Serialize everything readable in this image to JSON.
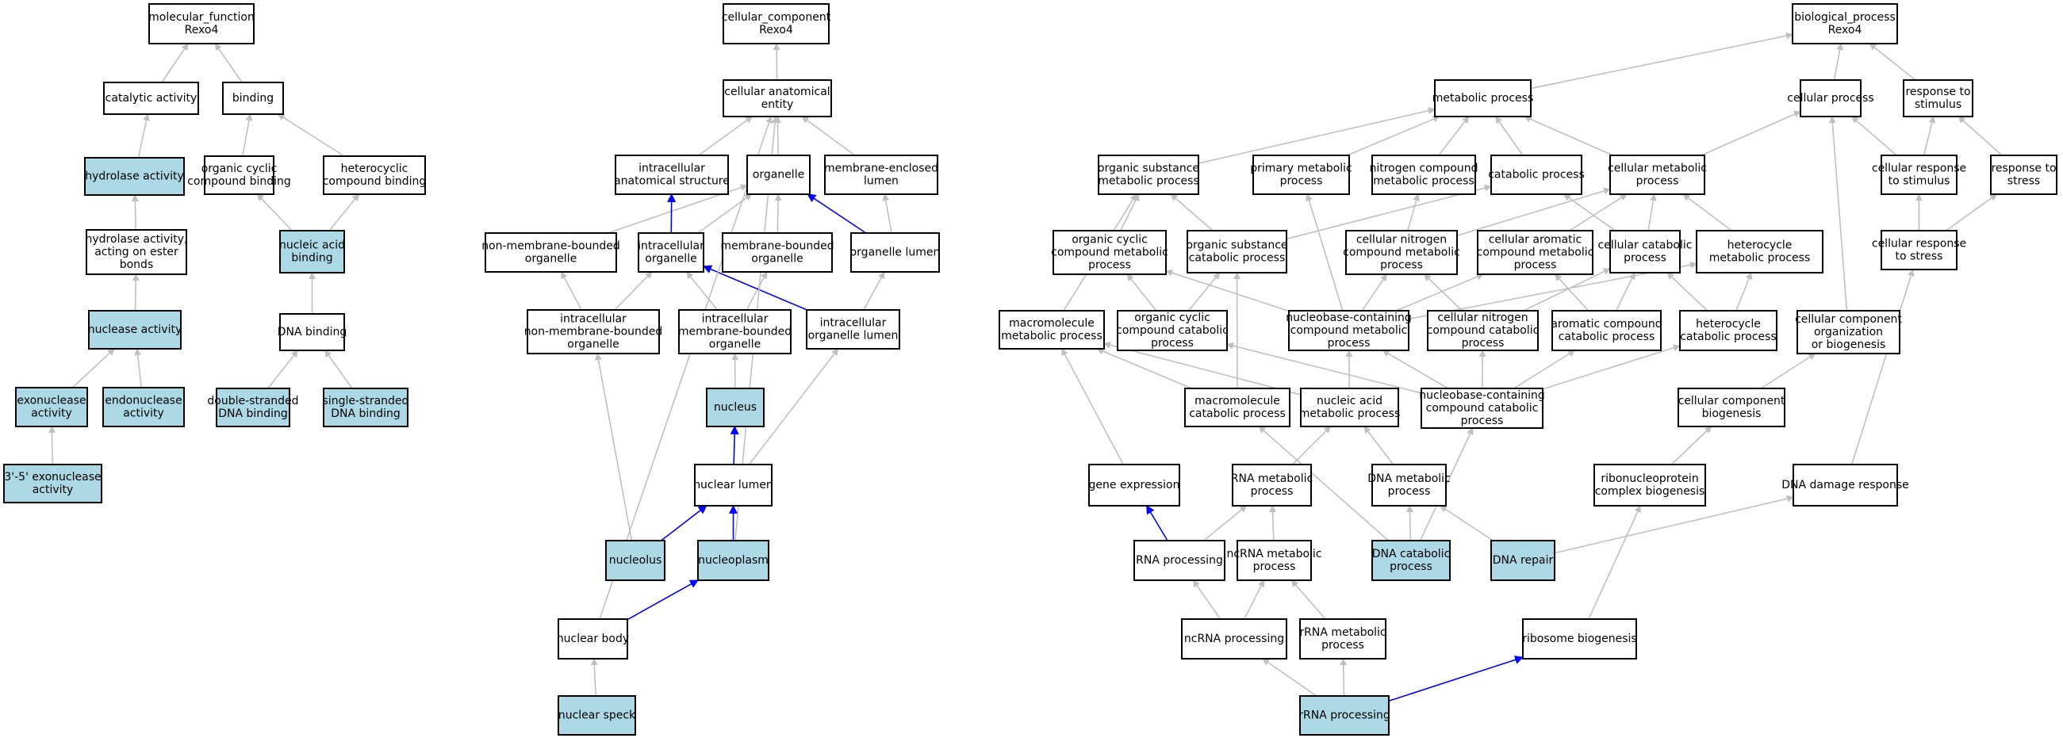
{
  "colors": {
    "highlight_fill": "#add8e6",
    "plain_fill": "#ffffff",
    "edge_gray": "#c0c0c0",
    "edge_blue": "#0000ff"
  },
  "nodes": [
    {
      "id": "mf",
      "lines": [
        "molecular_function",
        "Rexo4"
      ],
      "hl": false
    },
    {
      "id": "catact",
      "lines": [
        "catalytic activity"
      ],
      "hl": false
    },
    {
      "id": "binding",
      "lines": [
        "binding"
      ],
      "hl": false
    },
    {
      "id": "hydro",
      "lines": [
        "hydrolase activity"
      ],
      "hl": true
    },
    {
      "id": "ocb",
      "lines": [
        "organic cyclic",
        "compound binding"
      ],
      "hl": false
    },
    {
      "id": "hcb",
      "lines": [
        "heterocyclic",
        "compound binding"
      ],
      "hl": false
    },
    {
      "id": "hydroester",
      "lines": [
        "hydrolase activity,",
        "acting on ester",
        "bonds"
      ],
      "hl": false
    },
    {
      "id": "nab",
      "lines": [
        "nucleic acid",
        "binding"
      ],
      "hl": true
    },
    {
      "id": "nuclease",
      "lines": [
        "nuclease activity"
      ],
      "hl": true
    },
    {
      "id": "dnab",
      "lines": [
        "DNA binding"
      ],
      "hl": false
    },
    {
      "id": "exo",
      "lines": [
        "exonuclease",
        "activity"
      ],
      "hl": true
    },
    {
      "id": "endo",
      "lines": [
        "endonuclease",
        "activity"
      ],
      "hl": true
    },
    {
      "id": "dsdna",
      "lines": [
        "double-stranded",
        "DNA binding"
      ],
      "hl": true
    },
    {
      "id": "ssdna",
      "lines": [
        "single-stranded",
        "DNA binding"
      ],
      "hl": true
    },
    {
      "id": "exo35",
      "lines": [
        "3'-5' exonuclease",
        "activity"
      ],
      "hl": true
    },
    {
      "id": "cc",
      "lines": [
        "cellular_component",
        "Rexo4"
      ],
      "hl": false
    },
    {
      "id": "cae",
      "lines": [
        "cellular anatomical",
        "entity"
      ],
      "hl": false
    },
    {
      "id": "ias",
      "lines": [
        "intracellular",
        "anatomical structure"
      ],
      "hl": false
    },
    {
      "id": "organelle",
      "lines": [
        "organelle"
      ],
      "hl": false
    },
    {
      "id": "mel",
      "lines": [
        "membrane-enclosed",
        "lumen"
      ],
      "hl": false
    },
    {
      "id": "nmbo",
      "lines": [
        "non-membrane-bounded",
        "organelle"
      ],
      "hl": false
    },
    {
      "id": "io",
      "lines": [
        "intracellular",
        "organelle"
      ],
      "hl": false
    },
    {
      "id": "mbo",
      "lines": [
        "membrane-bounded",
        "organelle"
      ],
      "hl": false
    },
    {
      "id": "ol",
      "lines": [
        "organelle lumen"
      ],
      "hl": false
    },
    {
      "id": "inmbo",
      "lines": [
        "intracellular",
        "non-membrane-bounded",
        "organelle"
      ],
      "hl": false
    },
    {
      "id": "imbo",
      "lines": [
        "intracellular",
        "membrane-bounded",
        "organelle"
      ],
      "hl": false
    },
    {
      "id": "iol",
      "lines": [
        "intracellular",
        "organelle lumen"
      ],
      "hl": false
    },
    {
      "id": "nucleus",
      "lines": [
        "nucleus"
      ],
      "hl": true
    },
    {
      "id": "nlumen",
      "lines": [
        "nuclear lumen"
      ],
      "hl": false
    },
    {
      "id": "nucleolus",
      "lines": [
        "nucleolus"
      ],
      "hl": true
    },
    {
      "id": "nucleoplasm",
      "lines": [
        "nucleoplasm"
      ],
      "hl": true
    },
    {
      "id": "nbody",
      "lines": [
        "nuclear body"
      ],
      "hl": false
    },
    {
      "id": "nspeck",
      "lines": [
        "nuclear speck"
      ],
      "hl": true
    },
    {
      "id": "bp",
      "lines": [
        "biological_process",
        "Rexo4"
      ],
      "hl": false
    },
    {
      "id": "metab",
      "lines": [
        "metabolic process"
      ],
      "hl": false
    },
    {
      "id": "cellproc",
      "lines": [
        "cellular process"
      ],
      "hl": false
    },
    {
      "id": "rts",
      "lines": [
        "response to",
        "stimulus"
      ],
      "hl": false
    },
    {
      "id": "osmp",
      "lines": [
        "organic substance",
        "metabolic process"
      ],
      "hl": false
    },
    {
      "id": "pmp",
      "lines": [
        "primary metabolic",
        "process"
      ],
      "hl": false
    },
    {
      "id": "ncmp",
      "lines": [
        "nitrogen compound",
        "metabolic process"
      ],
      "hl": false
    },
    {
      "id": "catab",
      "lines": [
        "catabolic process"
      ],
      "hl": false
    },
    {
      "id": "cmp",
      "lines": [
        "cellular metabolic",
        "process"
      ],
      "hl": false
    },
    {
      "id": "crts",
      "lines": [
        "cellular response",
        "to stimulus"
      ],
      "hl": false
    },
    {
      "id": "rtstress",
      "lines": [
        "response to",
        "stress"
      ],
      "hl": false
    },
    {
      "id": "occmp",
      "lines": [
        "organic cyclic",
        "compound metabolic",
        "process"
      ],
      "hl": false
    },
    {
      "id": "oscp",
      "lines": [
        "organic substance",
        "catabolic process"
      ],
      "hl": false
    },
    {
      "id": "cncmp",
      "lines": [
        "cellular nitrogen",
        "compound metabolic",
        "process"
      ],
      "hl": false
    },
    {
      "id": "cacmp",
      "lines": [
        "cellular aromatic",
        "compound metabolic",
        "process"
      ],
      "hl": false
    },
    {
      "id": "ccp",
      "lines": [
        "cellular catabolic",
        "process"
      ],
      "hl": false
    },
    {
      "id": "hmp",
      "lines": [
        "heterocycle",
        "metabolic process"
      ],
      "hl": false
    },
    {
      "id": "crtstress",
      "lines": [
        "cellular response",
        "to stress"
      ],
      "hl": false
    },
    {
      "id": "mmp",
      "lines": [
        "macromolecule",
        "metabolic process"
      ],
      "hl": false
    },
    {
      "id": "occcp",
      "lines": [
        "organic cyclic",
        "compound catabolic",
        "process"
      ],
      "hl": false
    },
    {
      "id": "nbcmp",
      "lines": [
        "nucleobase-containing",
        "compound metabolic",
        "process"
      ],
      "hl": false
    },
    {
      "id": "cnccp",
      "lines": [
        "cellular nitrogen",
        "compound catabolic",
        "process"
      ],
      "hl": false
    },
    {
      "id": "accp",
      "lines": [
        "aromatic compound",
        "catabolic process"
      ],
      "hl": false
    },
    {
      "id": "hcp",
      "lines": [
        "heterocycle",
        "catabolic process"
      ],
      "hl": false
    },
    {
      "id": "ccob",
      "lines": [
        "cellular component",
        "organization",
        "or biogenesis"
      ],
      "hl": false
    },
    {
      "id": "mcp",
      "lines": [
        "macromolecule",
        "catabolic process"
      ],
      "hl": false
    },
    {
      "id": "namp",
      "lines": [
        "nucleic acid",
        "metabolic process"
      ],
      "hl": false
    },
    {
      "id": "nbccp",
      "lines": [
        "nucleobase-containing",
        "compound catabolic",
        "process"
      ],
      "hl": false
    },
    {
      "id": "ccb",
      "lines": [
        "cellular component",
        "biogenesis"
      ],
      "hl": false
    },
    {
      "id": "geneexp",
      "lines": [
        "gene expression"
      ],
      "hl": false
    },
    {
      "id": "rnamp",
      "lines": [
        "RNA metabolic",
        "process"
      ],
      "hl": false
    },
    {
      "id": "dnamp",
      "lines": [
        "DNA metabolic",
        "process"
      ],
      "hl": false
    },
    {
      "id": "rcb",
      "lines": [
        "ribonucleoprotein",
        "complex biogenesis"
      ],
      "hl": false
    },
    {
      "id": "ddr",
      "lines": [
        "DNA damage response"
      ],
      "hl": false
    },
    {
      "id": "rnaproc",
      "lines": [
        "RNA processing"
      ],
      "hl": false
    },
    {
      "id": "ncrnamp",
      "lines": [
        "ncRNA metabolic",
        "process"
      ],
      "hl": false
    },
    {
      "id": "dnacp",
      "lines": [
        "DNA catabolic",
        "process"
      ],
      "hl": true
    },
    {
      "id": "dnarepair",
      "lines": [
        "DNA repair"
      ],
      "hl": true
    },
    {
      "id": "ncrnaproc",
      "lines": [
        "ncRNA processing"
      ],
      "hl": false
    },
    {
      "id": "rrnamp",
      "lines": [
        "rRNA metabolic",
        "process"
      ],
      "hl": false
    },
    {
      "id": "ribobio",
      "lines": [
        "ribosome biogenesis"
      ],
      "hl": false
    },
    {
      "id": "rrnaproc",
      "lines": [
        "rRNA processing"
      ],
      "hl": true
    }
  ],
  "edges": [
    {
      "from": "catact",
      "to": "mf",
      "blue": false
    },
    {
      "from": "binding",
      "to": "mf",
      "blue": false
    },
    {
      "from": "hydro",
      "to": "catact",
      "blue": false
    },
    {
      "from": "ocb",
      "to": "binding",
      "blue": false
    },
    {
      "from": "hcb",
      "to": "binding",
      "blue": false
    },
    {
      "from": "hydroester",
      "to": "hydro",
      "blue": false
    },
    {
      "from": "nab",
      "to": "ocb",
      "blue": false
    },
    {
      "from": "nab",
      "to": "hcb",
      "blue": false
    },
    {
      "from": "nuclease",
      "to": "hydroester",
      "blue": false
    },
    {
      "from": "dnab",
      "to": "nab",
      "blue": false
    },
    {
      "from": "exo",
      "to": "nuclease",
      "blue": false
    },
    {
      "from": "endo",
      "to": "nuclease",
      "blue": false
    },
    {
      "from": "dsdna",
      "to": "dnab",
      "blue": false
    },
    {
      "from": "ssdna",
      "to": "dnab",
      "blue": false
    },
    {
      "from": "exo35",
      "to": "exo",
      "blue": false
    },
    {
      "from": "cae",
      "to": "cc",
      "blue": false
    },
    {
      "from": "ias",
      "to": "cae",
      "blue": false
    },
    {
      "from": "organelle",
      "to": "cae",
      "blue": false
    },
    {
      "from": "mel",
      "to": "cae",
      "blue": false
    },
    {
      "from": "nmbo",
      "to": "organelle",
      "blue": false
    },
    {
      "from": "io",
      "to": "ias",
      "blue": true
    },
    {
      "from": "io",
      "to": "organelle",
      "blue": false
    },
    {
      "from": "mbo",
      "to": "organelle",
      "blue": false
    },
    {
      "from": "ol",
      "to": "organelle",
      "blue": true
    },
    {
      "from": "ol",
      "to": "mel",
      "blue": false
    },
    {
      "from": "inmbo",
      "to": "nmbo",
      "blue": false
    },
    {
      "from": "inmbo",
      "to": "io",
      "blue": false
    },
    {
      "from": "imbo",
      "to": "io",
      "blue": false
    },
    {
      "from": "imbo",
      "to": "mbo",
      "blue": false
    },
    {
      "from": "iol",
      "to": "io",
      "blue": true
    },
    {
      "from": "iol",
      "to": "ol",
      "blue": false
    },
    {
      "from": "nucleus",
      "to": "imbo",
      "blue": false
    },
    {
      "from": "nlumen",
      "to": "nucleus",
      "blue": true
    },
    {
      "from": "nlumen",
      "to": "iol",
      "blue": false
    },
    {
      "from": "nucleolus",
      "to": "inmbo",
      "blue": false
    },
    {
      "from": "nucleolus",
      "to": "nlumen",
      "blue": true
    },
    {
      "from": "nucleoplasm",
      "to": "nlumen",
      "blue": true
    },
    {
      "from": "nucleoplasm",
      "to": "cae",
      "blue": false
    },
    {
      "from": "nbody",
      "to": "nucleoplasm",
      "blue": true
    },
    {
      "from": "nbody",
      "to": "cae",
      "blue": false
    },
    {
      "from": "nspeck",
      "to": "nbody",
      "blue": false
    },
    {
      "from": "metab",
      "to": "bp",
      "blue": false
    },
    {
      "from": "cellproc",
      "to": "bp",
      "blue": false
    },
    {
      "from": "rts",
      "to": "bp",
      "blue": false
    },
    {
      "from": "osmp",
      "to": "metab",
      "blue": false
    },
    {
      "from": "pmp",
      "to": "metab",
      "blue": false
    },
    {
      "from": "ncmp",
      "to": "metab",
      "blue": false
    },
    {
      "from": "catab",
      "to": "metab",
      "blue": false
    },
    {
      "from": "cmp",
      "to": "metab",
      "blue": false
    },
    {
      "from": "cmp",
      "to": "cellproc",
      "blue": false
    },
    {
      "from": "crts",
      "to": "cellproc",
      "blue": false
    },
    {
      "from": "crts",
      "to": "rts",
      "blue": false
    },
    {
      "from": "rtstress",
      "to": "rts",
      "blue": false
    },
    {
      "from": "occmp",
      "to": "osmp",
      "blue": false
    },
    {
      "from": "oscp",
      "to": "osmp",
      "blue": false
    },
    {
      "from": "oscp",
      "to": "catab",
      "blue": false
    },
    {
      "from": "cncmp",
      "to": "ncmp",
      "blue": false
    },
    {
      "from": "cncmp",
      "to": "cmp",
      "blue": false
    },
    {
      "from": "cacmp",
      "to": "cmp",
      "blue": false
    },
    {
      "from": "ccp",
      "to": "cmp",
      "blue": false
    },
    {
      "from": "ccp",
      "to": "catab",
      "blue": false
    },
    {
      "from": "hmp",
      "to": "cmp",
      "blue": false
    },
    {
      "from": "crtstress",
      "to": "crts",
      "blue": false
    },
    {
      "from": "crtstress",
      "to": "rtstress",
      "blue": false
    },
    {
      "from": "mmp",
      "to": "osmp",
      "blue": false
    },
    {
      "from": "occcp",
      "to": "occmp",
      "blue": false
    },
    {
      "from": "occcp",
      "to": "oscp",
      "blue": false
    },
    {
      "from": "nbcmp",
      "to": "occmp",
      "blue": false
    },
    {
      "from": "nbcmp",
      "to": "pmp",
      "blue": false
    },
    {
      "from": "nbcmp",
      "to": "cncmp",
      "blue": false
    },
    {
      "from": "nbcmp",
      "to": "cacmp",
      "blue": false
    },
    {
      "from": "nbcmp",
      "to": "hmp",
      "blue": false
    },
    {
      "from": "cnccp",
      "to": "cncmp",
      "blue": false
    },
    {
      "from": "cnccp",
      "to": "ccp",
      "blue": false
    },
    {
      "from": "accp",
      "to": "cacmp",
      "blue": false
    },
    {
      "from": "accp",
      "to": "ccp",
      "blue": false
    },
    {
      "from": "hcp",
      "to": "hmp",
      "blue": false
    },
    {
      "from": "hcp",
      "to": "ccp",
      "blue": false
    },
    {
      "from": "ccob",
      "to": "cellproc",
      "blue": false
    },
    {
      "from": "mcp",
      "to": "mmp",
      "blue": false
    },
    {
      "from": "mcp",
      "to": "oscp",
      "blue": false
    },
    {
      "from": "namp",
      "to": "mmp",
      "blue": false
    },
    {
      "from": "namp",
      "to": "nbcmp",
      "blue": false
    },
    {
      "from": "nbccp",
      "to": "occcp",
      "blue": false
    },
    {
      "from": "nbccp",
      "to": "nbcmp",
      "blue": false
    },
    {
      "from": "nbccp",
      "to": "cnccp",
      "blue": false
    },
    {
      "from": "nbccp",
      "to": "accp",
      "blue": false
    },
    {
      "from": "nbccp",
      "to": "hcp",
      "blue": false
    },
    {
      "from": "ccb",
      "to": "ccob",
      "blue": false
    },
    {
      "from": "geneexp",
      "to": "mmp",
      "blue": false
    },
    {
      "from": "rnamp",
      "to": "namp",
      "blue": false
    },
    {
      "from": "dnamp",
      "to": "namp",
      "blue": false
    },
    {
      "from": "rcb",
      "to": "ccb",
      "blue": false
    },
    {
      "from": "ddr",
      "to": "crtstress",
      "blue": false
    },
    {
      "from": "rnaproc",
      "to": "geneexp",
      "blue": true
    },
    {
      "from": "rnaproc",
      "to": "rnamp",
      "blue": false
    },
    {
      "from": "ncrnamp",
      "to": "rnamp",
      "blue": false
    },
    {
      "from": "dnacp",
      "to": "dnamp",
      "blue": false
    },
    {
      "from": "dnacp",
      "to": "mcp",
      "blue": false
    },
    {
      "from": "dnacp",
      "to": "nbccp",
      "blue": false
    },
    {
      "from": "dnarepair",
      "to": "dnamp",
      "blue": false
    },
    {
      "from": "dnarepair",
      "to": "ddr",
      "blue": false
    },
    {
      "from": "ncrnaproc",
      "to": "rnaproc",
      "blue": false
    },
    {
      "from": "ncrnaproc",
      "to": "ncrnamp",
      "blue": false
    },
    {
      "from": "rrnamp",
      "to": "ncrnamp",
      "blue": false
    },
    {
      "from": "ribobio",
      "to": "rcb",
      "blue": false
    },
    {
      "from": "rrnaproc",
      "to": "ncrnaproc",
      "blue": false
    },
    {
      "from": "rrnaproc",
      "to": "rrnamp",
      "blue": false
    },
    {
      "from": "rrnaproc",
      "to": "ribobio",
      "blue": true
    }
  ]
}
